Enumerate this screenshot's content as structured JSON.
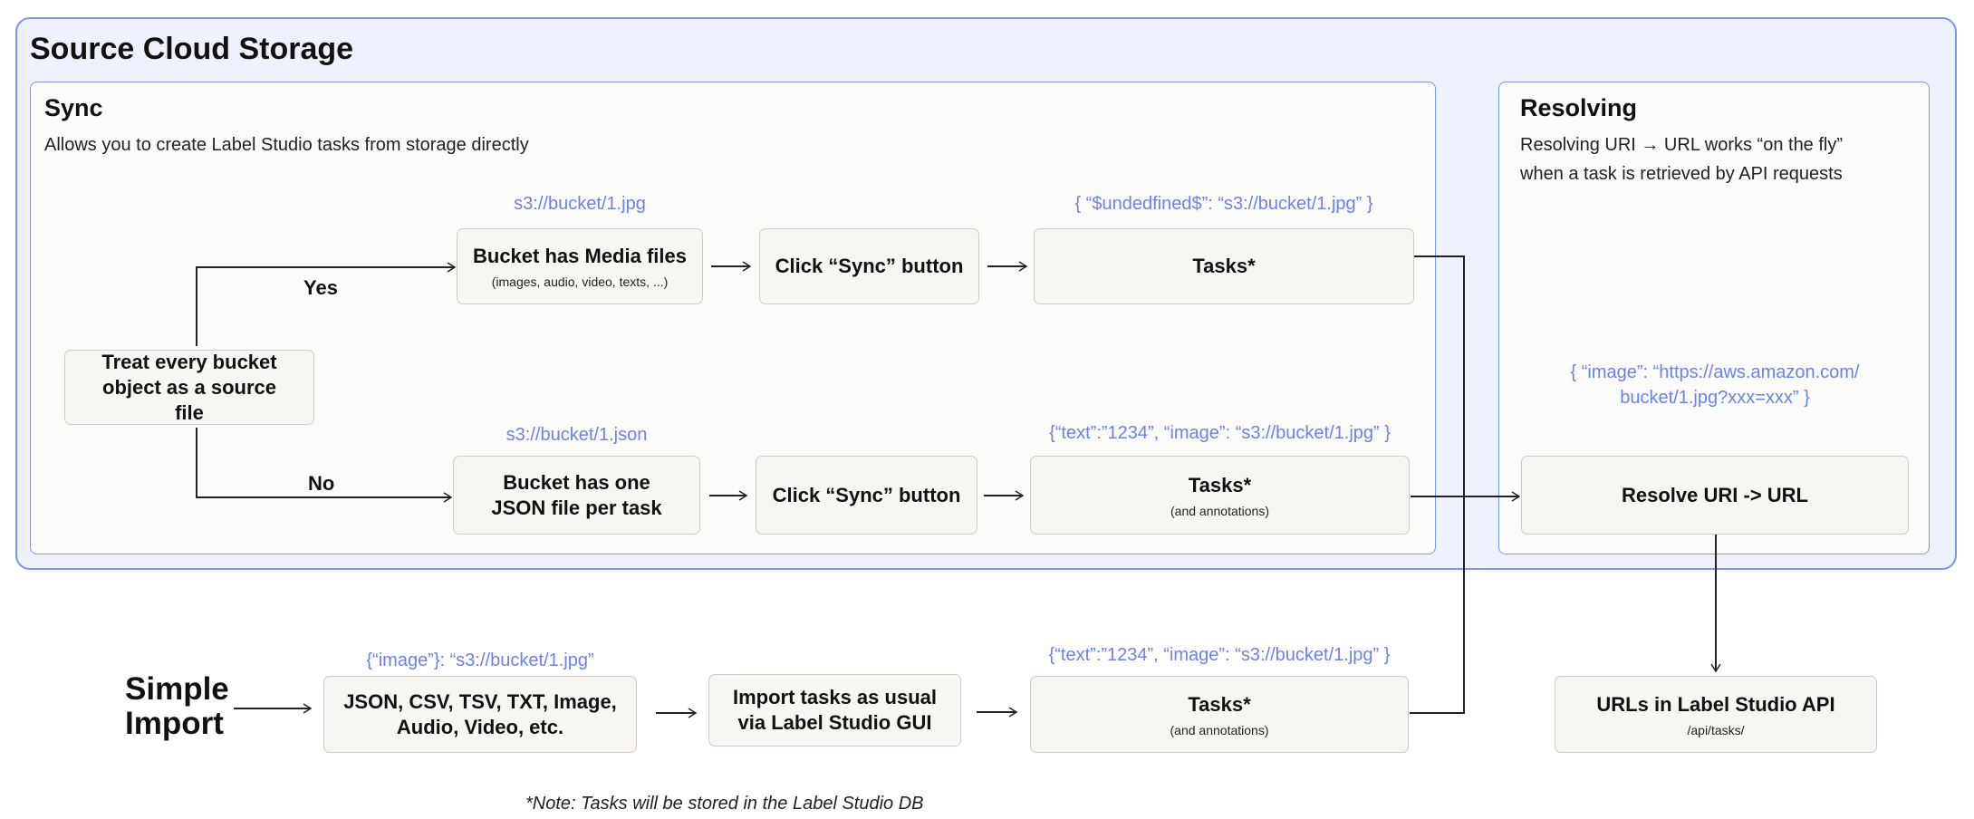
{
  "source_cloud_storage": {
    "title": "Source Cloud Storage"
  },
  "sync": {
    "title": "Sync",
    "subtitle": "Allows you to create Label Studio tasks from storage directly",
    "decision": "Treat every bucket object as a source file",
    "yes_label": "Yes",
    "no_label": "No",
    "yes_branch": {
      "uri": "s3://bucket/1.jpg",
      "bucket_title": "Bucket has Media files",
      "bucket_sub": "(images, audio, video, texts, ...)",
      "sync_button": "Click “Sync” button",
      "tasks_json": "{ “$undedfined$”: “s3://bucket/1.jpg” }",
      "tasks_title": "Tasks*"
    },
    "no_branch": {
      "uri": "s3://bucket/1.json",
      "bucket_title": "Bucket has one JSON file per task",
      "sync_button": "Click “Sync” button",
      "tasks_json": "{“text”:”1234”,  “image”: “s3://bucket/1.jpg” }",
      "tasks_title": "Tasks*",
      "tasks_sub": "(and annotations)"
    }
  },
  "resolving": {
    "title": "Resolving",
    "line1": "Resolving URI → URL works “on the fly”",
    "line2": "when a task is retrieved by API requests",
    "json_line1": "{ “image”: “https://aws.amazon.com/",
    "json_line2": "bucket/1.jpg?xxx=xxx” }",
    "resolve_box": "Resolve URI -> URL"
  },
  "simple_import": {
    "title_line1": "Simple",
    "title_line2": "Import",
    "formats_json": "{“image”}: “s3://bucket/1.jpg”",
    "formats": "JSON, CSV, TSV, TXT, Image, Audio, Video, etc.",
    "import_box": "Import tasks as usual via Label Studio GUI",
    "tasks_json": "{“text”:”1234”,  “image”: “s3://bucket/1.jpg” }",
    "tasks_title": "Tasks*",
    "tasks_sub": "(and annotations)"
  },
  "api": {
    "title": "URLs in Label Studio API",
    "path": "/api/tasks/"
  },
  "note": "*Note: Tasks will be stored in the Label Studio DB",
  "colors": {
    "accent_blue": "#6b82e8",
    "border_blue": "#7b97ef",
    "outer_bg": "#eef1fc",
    "box_bg": "#f7f6f3"
  }
}
